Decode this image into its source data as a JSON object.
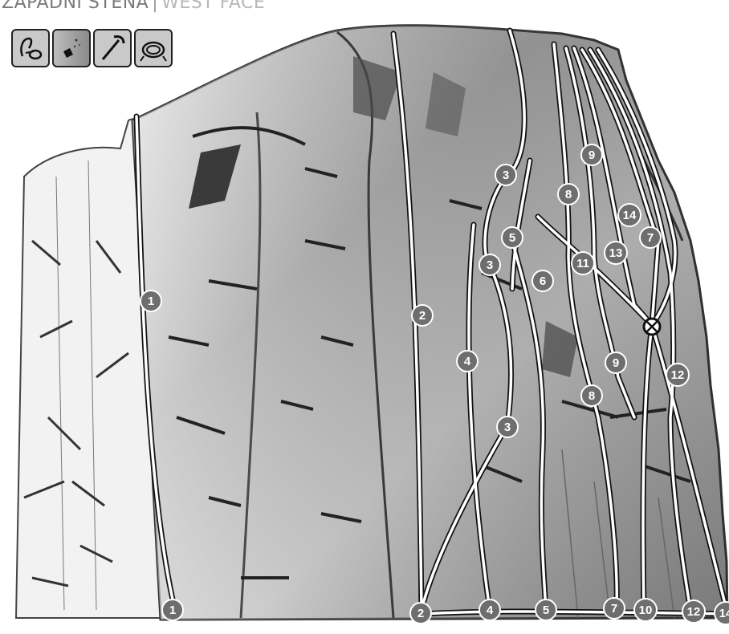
{
  "header": {
    "title_local": "ZÁPADNÍ STĚNA",
    "separator": "|",
    "title_english": "WEST FACE"
  },
  "gear_icons": [
    {
      "icon": "quickdraw-icon"
    },
    {
      "icon": "rock-crack-icon"
    },
    {
      "icon": "ice-axe-icon"
    },
    {
      "icon": "rope-icon"
    }
  ],
  "routes": {
    "r1": "1",
    "r2": "2",
    "r3": "3",
    "r4": "4",
    "r5": "5",
    "r6": "6",
    "r7": "7",
    "r8": "8",
    "r9": "9",
    "r10": "10",
    "r11": "11",
    "r12": "12",
    "r13": "13",
    "r14": "14"
  },
  "colors": {
    "rock_light": "#e8e8e8",
    "rock_mid": "#a0a0a0",
    "rock_dark": "#555555",
    "route_line": "#ffffff",
    "route_outline": "#111111",
    "badge_fill": "#6e6e6e"
  }
}
